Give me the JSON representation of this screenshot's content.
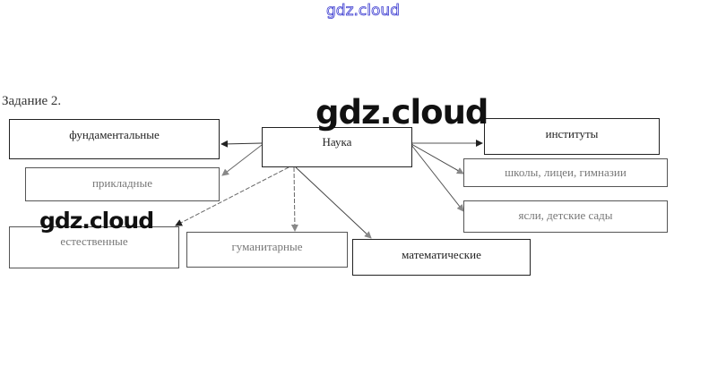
{
  "watermarks": {
    "top": "gdz.cloud",
    "center": "gdz.cloud",
    "left": "gdz.cloud"
  },
  "task_label": "Задание 2.",
  "diagram": {
    "center": "Наука",
    "left_boxes": [
      "фундаментальные",
      "прикладные"
    ],
    "right_boxes": [
      "институты",
      "школы, лицеи, гимназии",
      "ясли, детские сады"
    ],
    "bottom_boxes": [
      "естественные",
      "гуманитарные",
      "математические"
    ]
  },
  "colors": {
    "watermark_outline": "#3a3ad0",
    "line": "#333333"
  }
}
